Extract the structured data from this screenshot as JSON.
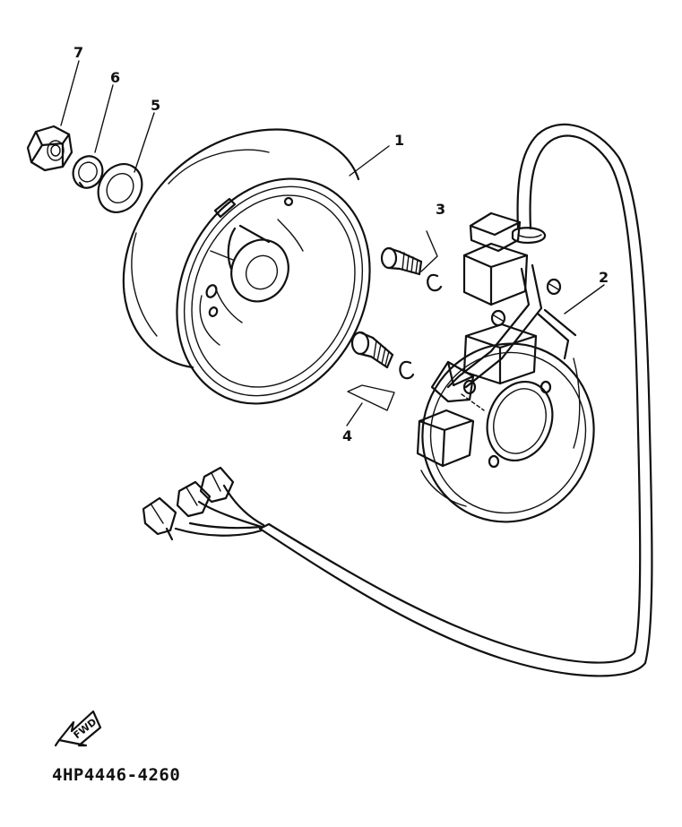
{
  "callouts": {
    "c1": "1",
    "c2": "2",
    "c3": "3",
    "c4": "4",
    "c5": "5",
    "c6": "6",
    "c7": "7"
  },
  "fwd_label": "FWD",
  "drawing_code": "4HP4446-4260"
}
